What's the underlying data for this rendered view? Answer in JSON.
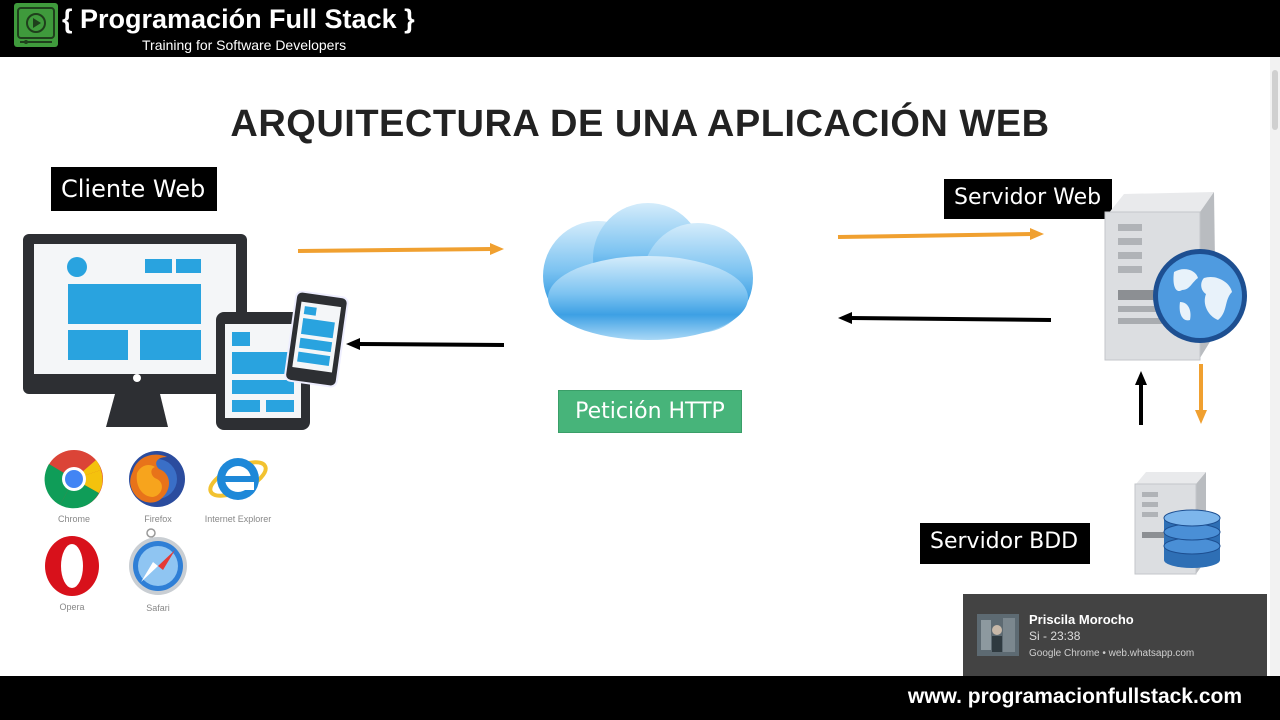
{
  "header": {
    "brand_title": "{ Programación Full Stack }",
    "brand_subtitle": "Training for Software Developers",
    "logo_icon": "play-screen-icon"
  },
  "slide": {
    "title": "ARQUITECTURA DE UNA APLICACIÓN WEB",
    "client_label": "Cliente Web",
    "web_server_label": "Servidor Web",
    "db_server_label": "Servidor BDD",
    "http_label": "Petición HTTP",
    "browsers": [
      {
        "name": "Chrome",
        "icon": "chrome-icon"
      },
      {
        "name": "Firefox",
        "icon": "firefox-icon"
      },
      {
        "name": "Internet Explorer",
        "icon": "internet-explorer-icon"
      },
      {
        "name": "Opera",
        "icon": "opera-icon"
      },
      {
        "name": "Safari",
        "icon": "safari-icon"
      }
    ],
    "colors": {
      "request_arrow": "#f0a030",
      "response_arrow": "#000000",
      "http_badge": "#47b47a",
      "cloud": "#4aa9e6",
      "screen_blue": "#29a3df"
    }
  },
  "notification": {
    "sender": "Priscila Morocho",
    "message": "Si - 23:38",
    "source": "Google Chrome • web.whatsapp.com"
  },
  "footer": {
    "url": "www. programacionfullstack.com"
  }
}
